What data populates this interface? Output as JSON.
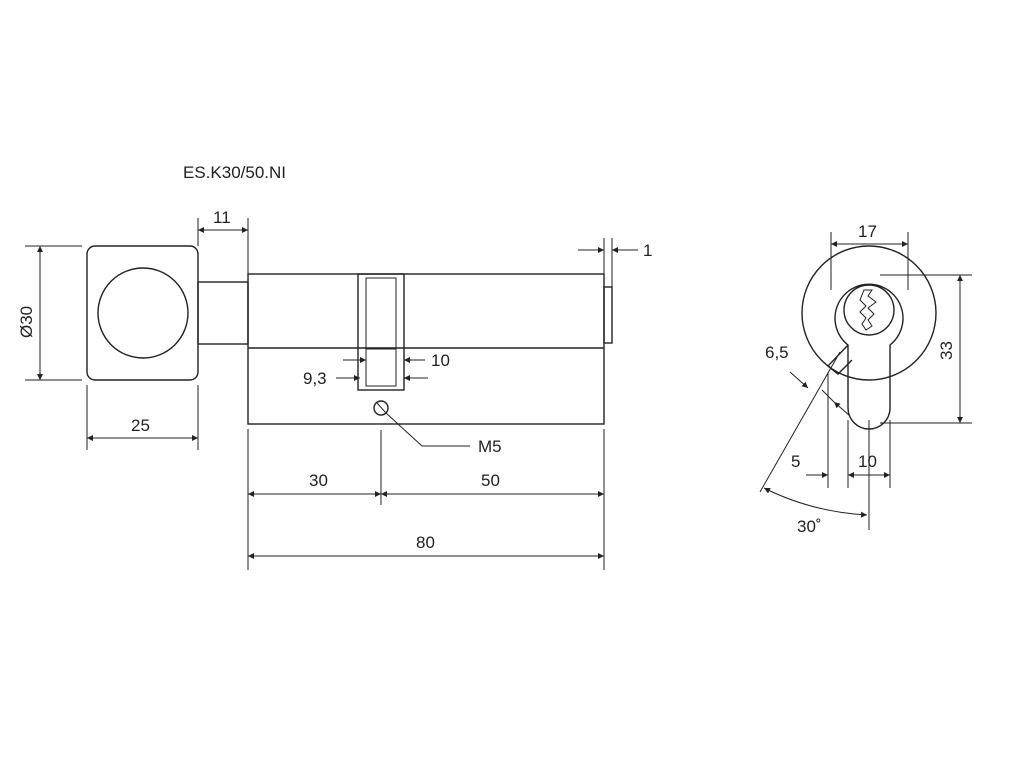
{
  "title": "ES.K30/50.NI",
  "side_view": {
    "knob_diameter": "Ø30",
    "knob_width": "25",
    "knob_gap": "11",
    "end_offset": "1",
    "cam_width": "10",
    "cam_depth": "9,3",
    "screw_thread": "M5",
    "length_left": "30",
    "length_right": "50",
    "length_total": "80"
  },
  "front_view": {
    "width_top": "17",
    "height": "33",
    "cam_thickness": "6,5",
    "offset_left": "5",
    "width_bottom": "10",
    "cam_angle": "30˚"
  }
}
